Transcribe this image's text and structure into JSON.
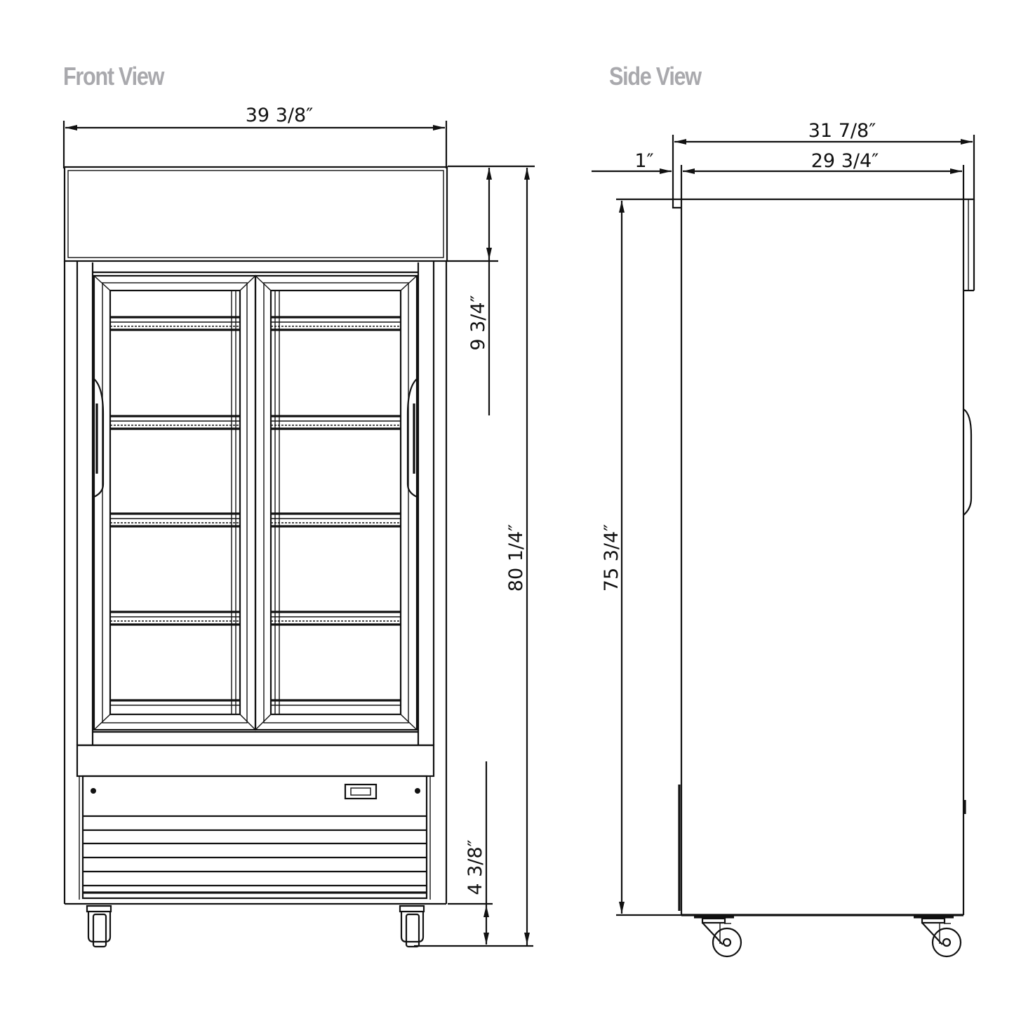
{
  "views": {
    "front": {
      "title": "Front View"
    },
    "side": {
      "title": "Side View"
    }
  },
  "dimensions": {
    "front_width": "39 3/8″",
    "canopy_height": "9 3/4″",
    "overall_height": "80 1/4″",
    "caster_height": "4 3/8″",
    "side_overall_depth": "31 7/8″",
    "side_door_offset": "1″",
    "side_body_depth": "29 3/4″",
    "side_body_height": "75 3/4″"
  },
  "drawing": {
    "subject": "Two-door sliding glass merchandiser refrigerator",
    "doors": 2,
    "shelves_per_door": 4,
    "casters_front": 2,
    "casters_side": 2,
    "line_color": "#111111",
    "title_color": "#a9a9ad"
  }
}
